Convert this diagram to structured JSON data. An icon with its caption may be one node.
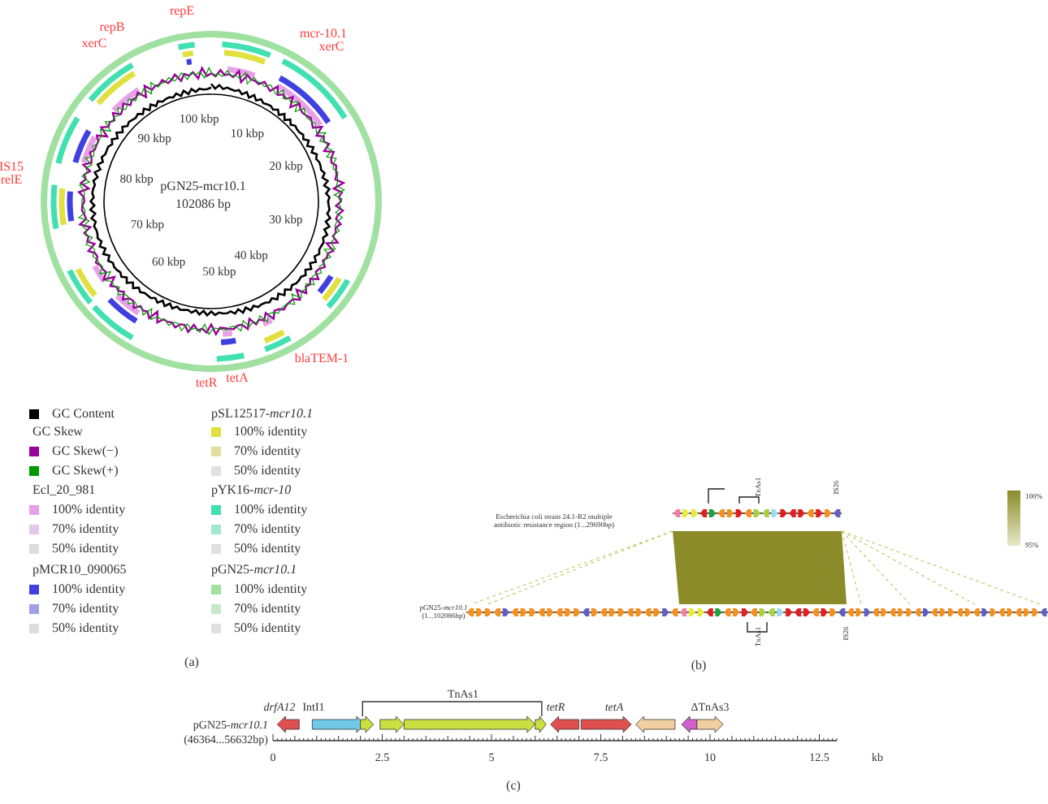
{
  "diagram": {
    "labels": [
      "repE",
      "repB",
      "xerC",
      "mcr-10.1",
      "xerC",
      "IS15",
      "relE",
      "blaTEM-1",
      "tetR",
      "tetA",
      "100 kbp",
      "10 kbp",
      "90 kbp",
      "20 kbp",
      "80 kbp",
      "30 kbp",
      "70 kbp",
      "40 kbp",
      "60 kbp",
      "50 kbp",
      "pGN25-mcr10.1",
      "102086 bp",
      "GC Skew",
      "Ecl_20_981",
      "pMCR10_090065",
      "pSL12517-*mcr10.1*",
      "pYK16-*mcr-10*",
      "pGN25-*mcr10.1*",
      "(a)",
      "Escherichia coli strain 24.1-R2 multiple antibiotic resistance region (1...29690bp)",
      "pGN25-*mcr10.1* (1...102086bp)",
      "100%",
      "95%",
      "TnAs1",
      "IS26",
      "TnAs1",
      "IS26",
      "(b)",
      "drfA12",
      "IntI1",
      "TnAs1",
      "tetR",
      "tetA",
      "ΔTnAs3",
      "pGN25-*mcr10.1*",
      "(46364...56632bp)",
      "0",
      "2.5",
      "5",
      "7.5",
      "10",
      "12.5",
      "kb",
      "(c)"
    ],
    "legend": [
      {
        "text": "GC Content",
        "color": "#000000"
      },
      {
        "text": "GC Skew(−)",
        "color": "#990099"
      },
      {
        "text": "GC Skew(+)",
        "color": "#009900"
      },
      {
        "text": "100% identity",
        "color": "#e8a0e8"
      },
      {
        "text": "70% identity",
        "color": "#e4c8ea"
      },
      {
        "text": "50% identity",
        "color": "#dcdcdc"
      },
      {
        "text": "100% identity",
        "color": "#4040e0"
      },
      {
        "text": "70% identity",
        "color": "#a0a0e8"
      },
      {
        "text": "50% identity",
        "color": "#dcdcdc"
      },
      {
        "text": "100% identity",
        "color": "#e0e040"
      },
      {
        "text": "70% identity",
        "color": "#e0e0a0"
      },
      {
        "text": "50% identity",
        "color": "#e0e0e0"
      },
      {
        "text": "100% identity",
        "color": "#40e0b0"
      },
      {
        "text": "70% identity",
        "color": "#a0e8d0"
      },
      {
        "text": "50% identity",
        "color": "#e0e0e0"
      },
      {
        "text": "100% identity",
        "color": "#a0e0a0"
      },
      {
        "text": "70% identity",
        "color": "#c8e8c8"
      },
      {
        "text": "50% identity",
        "color": "#e0e0e0"
      }
    ]
  }
}
